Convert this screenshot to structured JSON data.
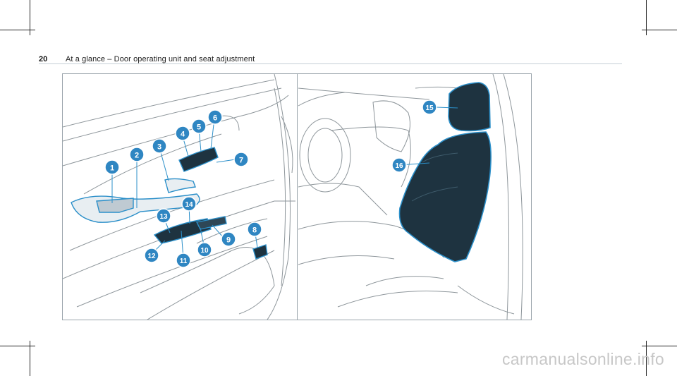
{
  "header": {
    "page_number": "20",
    "title": "At a glance – Door operating unit and seat adjustment"
  },
  "figure": {
    "callouts": [
      "1",
      "2",
      "3",
      "4",
      "5",
      "6",
      "7",
      "8",
      "9",
      "10",
      "11",
      "12",
      "13",
      "14",
      "15",
      "16"
    ]
  },
  "watermark": "carmanualsonline.info",
  "colors": {
    "highlight": "#2b8fc9",
    "callout_fill": "#2f86c2",
    "seat_dark": "#1e3340",
    "line_art": "#8e969b"
  }
}
